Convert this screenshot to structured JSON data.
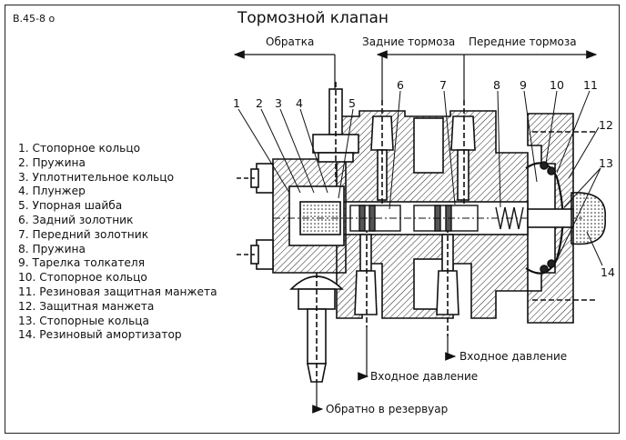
{
  "figure_code": "B.45-8 o",
  "title": "Тормозной клапан",
  "flow_labels": {
    "return": "Обратка",
    "rear_brakes": "Задние тормоза",
    "front_brakes": "Передние тормоза",
    "inlet_pressure_1": "Входное давление",
    "inlet_pressure_2": "Входное давление",
    "return_to_reservoir": "Обратно в резервуар"
  },
  "callouts": [
    "1",
    "2",
    "3",
    "4",
    "5",
    "6",
    "7",
    "8",
    "9",
    "10",
    "11",
    "12",
    "13",
    "14"
  ],
  "legend": [
    {
      "num": "1.",
      "text": "Стопорное кольцо"
    },
    {
      "num": "2.",
      "text": "Пружина"
    },
    {
      "num": "3.",
      "text": "Уплотнительное кольцо"
    },
    {
      "num": "4.",
      "text": "Плунжер"
    },
    {
      "num": "5.",
      "text": "Упорная шайба"
    },
    {
      "num": "6.",
      "text": "Задний золотник"
    },
    {
      "num": "7.",
      "text": "Передний золотник"
    },
    {
      "num": "8.",
      "text": "Пружина"
    },
    {
      "num": "9.",
      "text": "Тарелка толкателя"
    },
    {
      "num": "10.",
      "text": "Стопорное кольцо"
    },
    {
      "num": "11.",
      "text": "Резиновая защитная манжета"
    },
    {
      "num": "12.",
      "text": "Защитная манжета"
    },
    {
      "num": "13.",
      "text": "Стопорные кольца"
    },
    {
      "num": "14.",
      "text": "Резиновый амортизатор"
    }
  ]
}
